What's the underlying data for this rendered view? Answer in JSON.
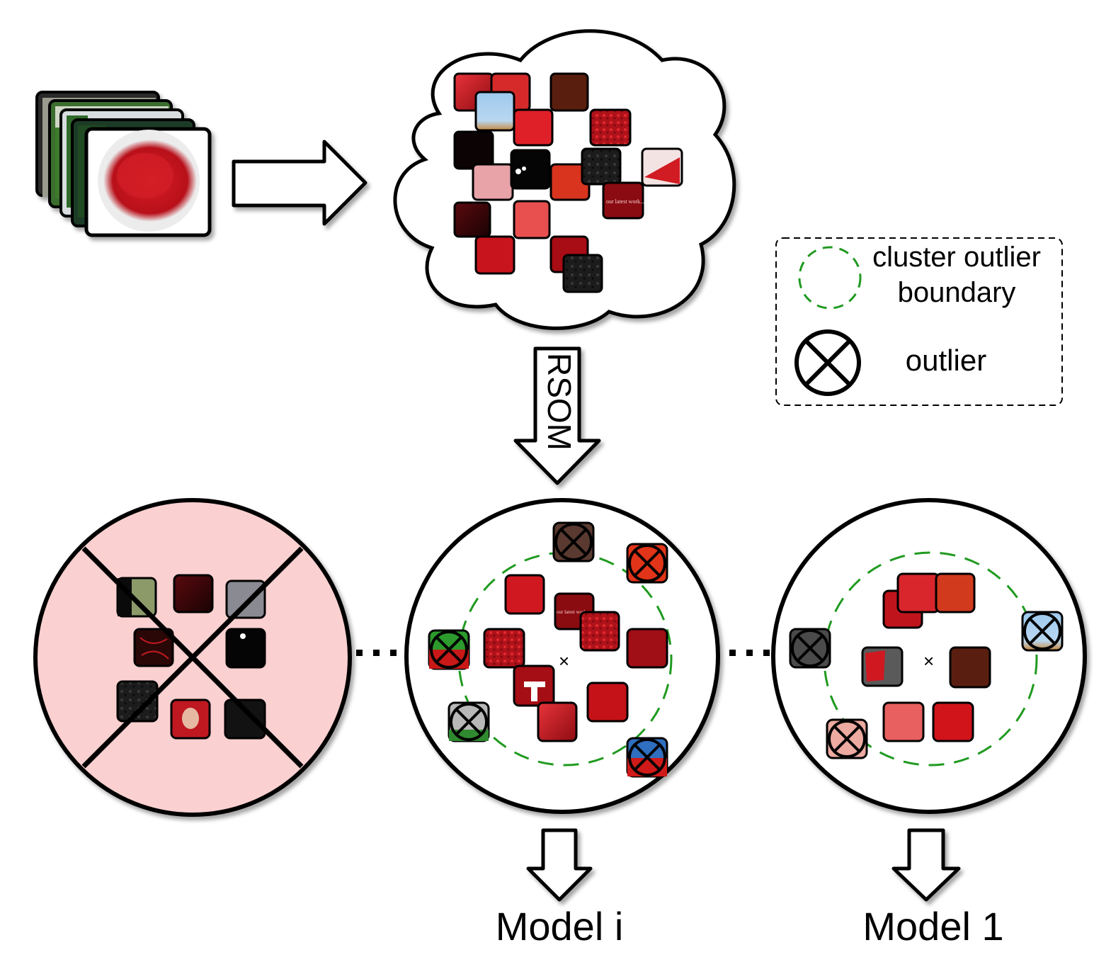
{
  "legend": {
    "cluster_boundary_line1": "cluster outlier",
    "cluster_boundary_line2": "boundary",
    "outlier_label": "outlier",
    "boundary_color": "#1f9a1f"
  },
  "arrow_label": "RSOM",
  "models": {
    "model_i": "Model i",
    "model_1": "Model 1"
  },
  "thumbnail_texts": {
    "cloud_caption": "our latest work...",
    "cluster_caption": "our latest work..."
  },
  "colors": {
    "discarded_cluster_fill": "#fbd0d0",
    "thumb_red": "#c4161c",
    "thumb_dark": "#1a0a0a",
    "boundary_green": "#1f9a1f"
  }
}
